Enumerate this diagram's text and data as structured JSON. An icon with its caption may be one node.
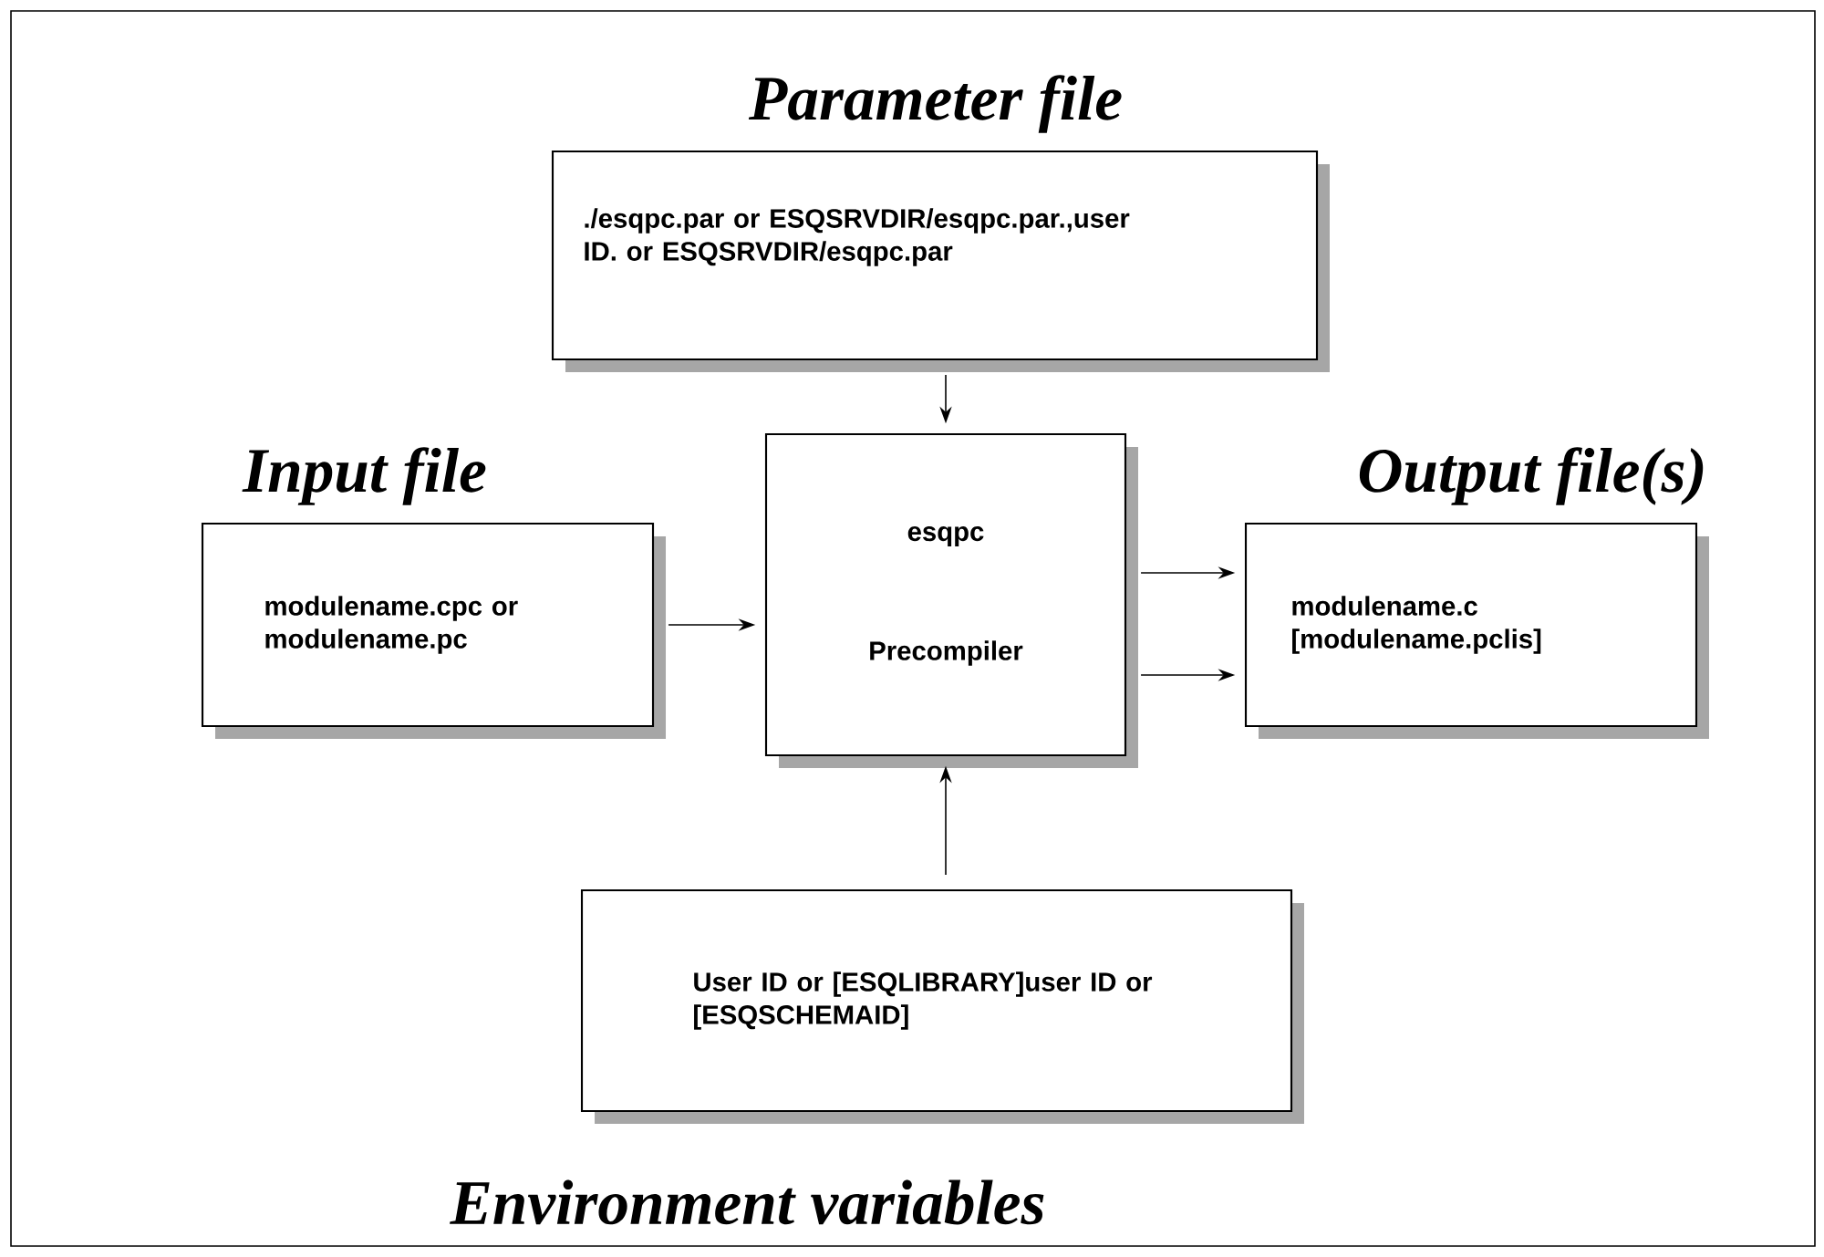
{
  "diagram": {
    "nodes": [
      {
        "text": [
          "Parameter file",
          "./esqpc.par or ESQSRVDIR/esqpc.par.,user ID. or ESQSRVDIR/esqpc.par"
        ]
      },
      {
        "text": [
          "Input file",
          "modulename.cpc or modulename.pc"
        ]
      },
      {
        "text": [
          "esqpc",
          "Precompiler"
        ]
      },
      {
        "text": [
          "Output file(s)",
          "modulename.c [modulename.pclis]"
        ]
      },
      {
        "text": [
          "User ID or [ESQLIBRARY]user ID or [ESQSCHEMAID]",
          "Environment variables"
        ]
      }
    ],
    "edges": [
      {
        "from": 0,
        "to": 2,
        "arrow": "to"
      },
      {
        "from": 1,
        "to": 2,
        "arrow": "to"
      },
      {
        "from": 2,
        "to": 3,
        "arrow": "to"
      },
      {
        "from": 2,
        "to": 3,
        "arrow": "to"
      },
      {
        "from": 4,
        "to": 2,
        "arrow": "to"
      }
    ]
  }
}
